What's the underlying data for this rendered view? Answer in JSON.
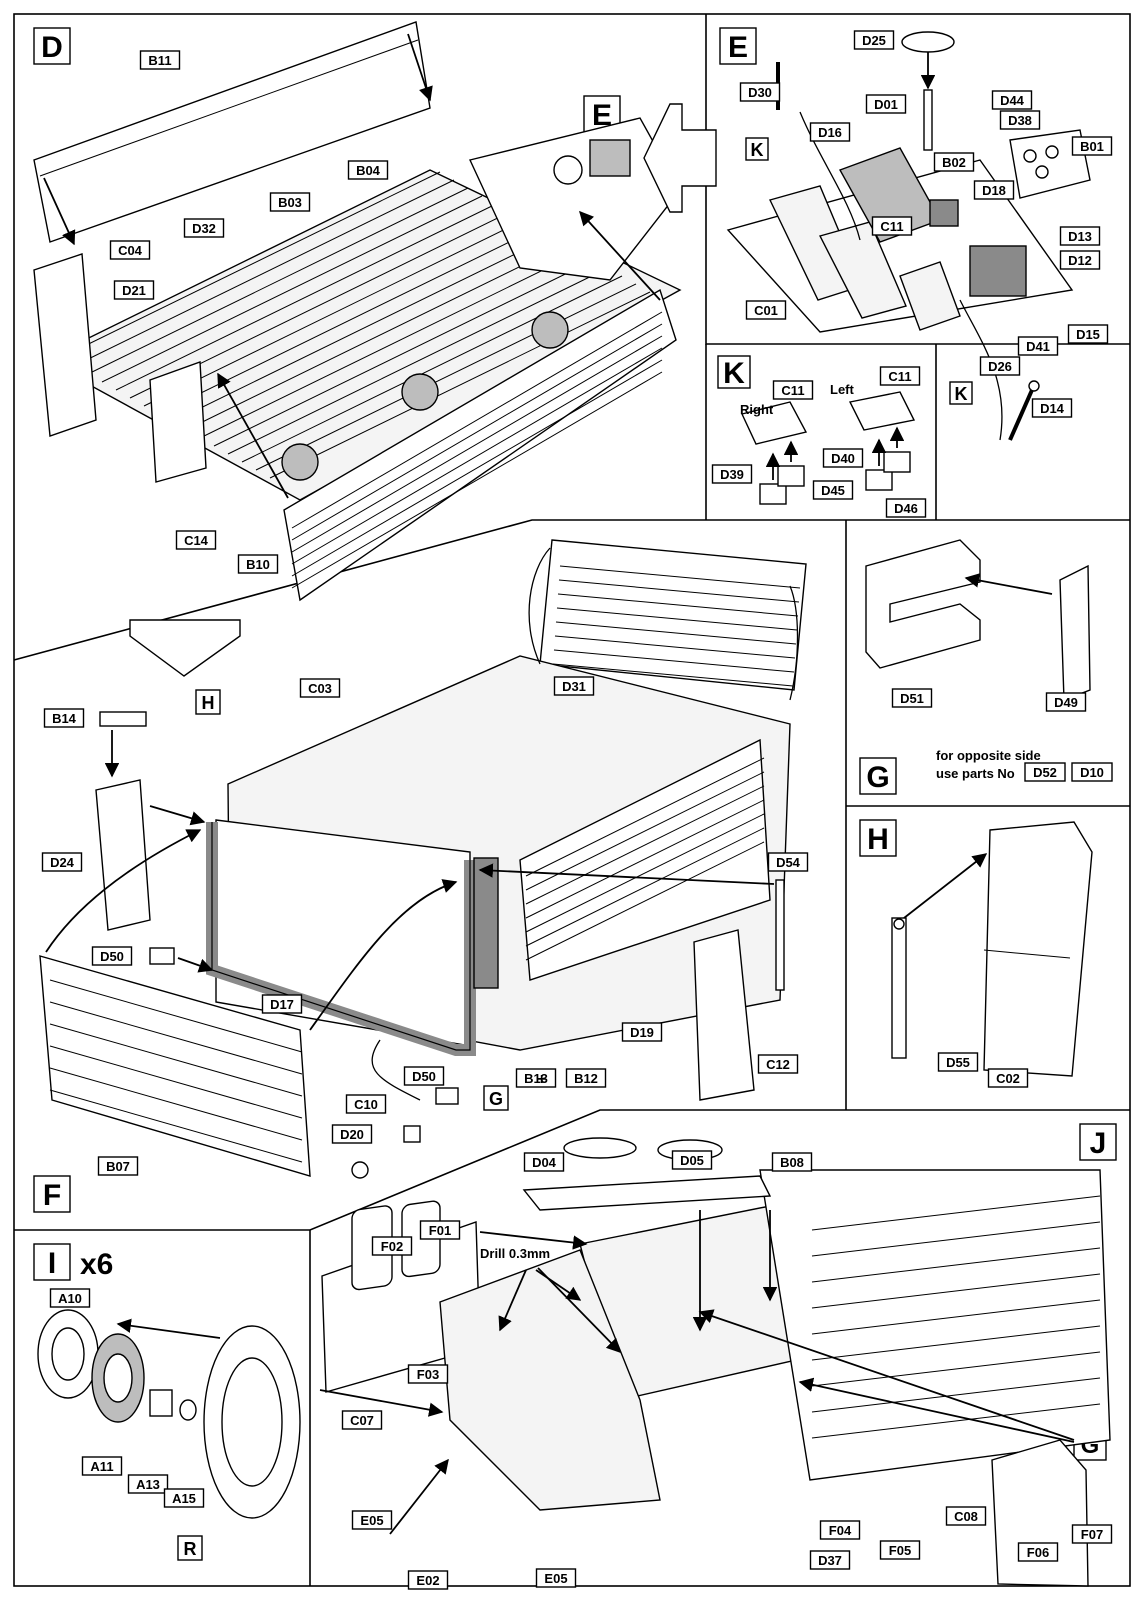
{
  "steps": {
    "D": "D",
    "E": "E",
    "F": "F",
    "G": "G",
    "H": "H",
    "I": "I",
    "J": "J",
    "K": "K",
    "R": "R",
    "E_ref": "E",
    "G_ref": "G",
    "G_ref2": "G",
    "H_ref": "H",
    "K_ref1": "K",
    "K_ref2": "K"
  },
  "multiplier": "x6",
  "texts": {
    "right": "Right",
    "left": "Left",
    "drill": "Drill 0.3mm",
    "opposite_line1": "for opposite side",
    "opposite_line2": "use parts No",
    "opp_part1": "D52",
    "opp_part2": "D10",
    "plus": "+"
  },
  "parts": {
    "B11": "B11",
    "B04": "B04",
    "B03": "B03",
    "D32": "D32",
    "C04": "C04",
    "D21": "D21",
    "C14": "C14",
    "B10": "B10",
    "D25": "D25",
    "D30": "D30",
    "D01": "D01",
    "D44": "D44",
    "D38": "D38",
    "D16": "D16",
    "B02": "B02",
    "B01": "B01",
    "D18": "D18",
    "C11_E": "C11",
    "D13": "D13",
    "D12": "D12",
    "C01": "C01",
    "D15": "D15",
    "D41": "D41",
    "D26": "D26",
    "D14": "D14",
    "C11_R": "C11",
    "C11_L": "C11",
    "D39": "D39",
    "D45": "D45",
    "D40": "D40",
    "D46": "D46",
    "D51": "D51",
    "D49": "D49",
    "C03": "C03",
    "D31": "D31",
    "B14": "B14",
    "D24": "D24",
    "D54": "D54",
    "D50_a": "D50",
    "D17": "D17",
    "D19": "D19",
    "C12": "C12",
    "D50_b": "D50",
    "B13": "B13",
    "B12": "B12",
    "C10": "C10",
    "D20": "D20",
    "B07": "B07",
    "D55": "D55",
    "C02": "C02",
    "A10": "A10",
    "A11": "A11",
    "A13": "A13",
    "A15": "A15",
    "D04": "D04",
    "D05": "D05",
    "B08": "B08",
    "F02": "F02",
    "F01": "F01",
    "F03": "F03",
    "C07": "C07",
    "E05_a": "E05",
    "E02": "E02",
    "E05_b": "E05",
    "F04": "F04",
    "D37": "D37",
    "F05": "F05",
    "C08": "C08",
    "F06": "F06",
    "F07": "F07"
  }
}
